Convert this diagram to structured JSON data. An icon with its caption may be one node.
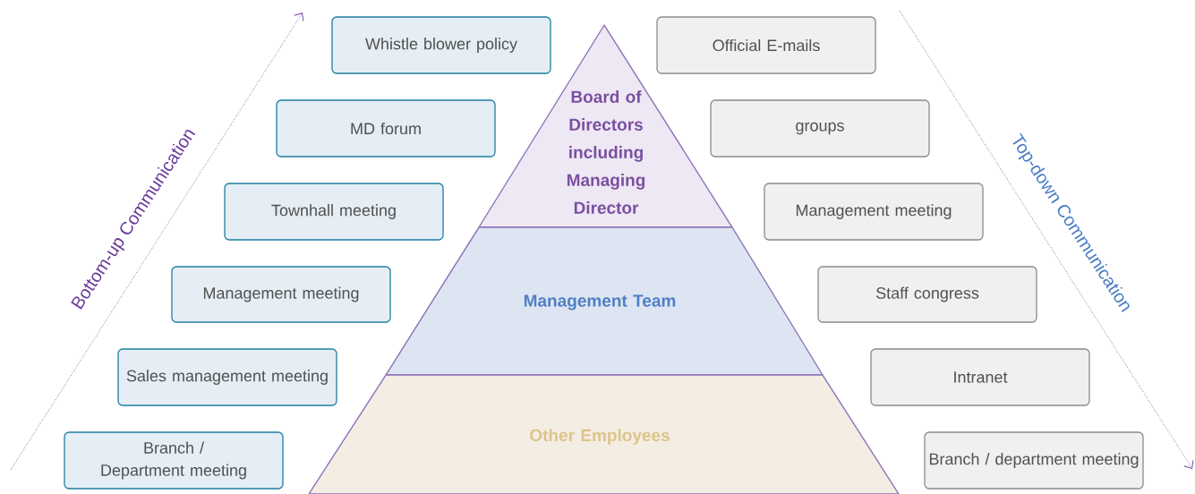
{
  "diagram": {
    "nodes": [
      {
        "text": [
          "Board of Directors including Managing Director"
        ]
      },
      {
        "text": [
          "Management Team"
        ]
      },
      {
        "text": [
          "Other Employees"
        ]
      },
      {
        "text": [
          "Whistle blower policy"
        ]
      },
      {
        "text": [
          "MD forum"
        ]
      },
      {
        "text": [
          "Townhall meeting"
        ]
      },
      {
        "text": [
          "Management meeting"
        ]
      },
      {
        "text": [
          "Sales management meeting"
        ]
      },
      {
        "text": [
          "Branch / Department meeting"
        ]
      },
      {
        "text": [
          "Official E-mails"
        ]
      },
      {
        "text": [
          "groups"
        ]
      },
      {
        "text": [
          "Management meeting"
        ]
      },
      {
        "text": [
          "Staff congress"
        ]
      },
      {
        "text": [
          "Intranet"
        ]
      },
      {
        "text": [
          "Branch / department meeting"
        ]
      }
    ],
    "labels": [
      "Bottom-up Communication",
      "Top-down Communication"
    ]
  }
}
